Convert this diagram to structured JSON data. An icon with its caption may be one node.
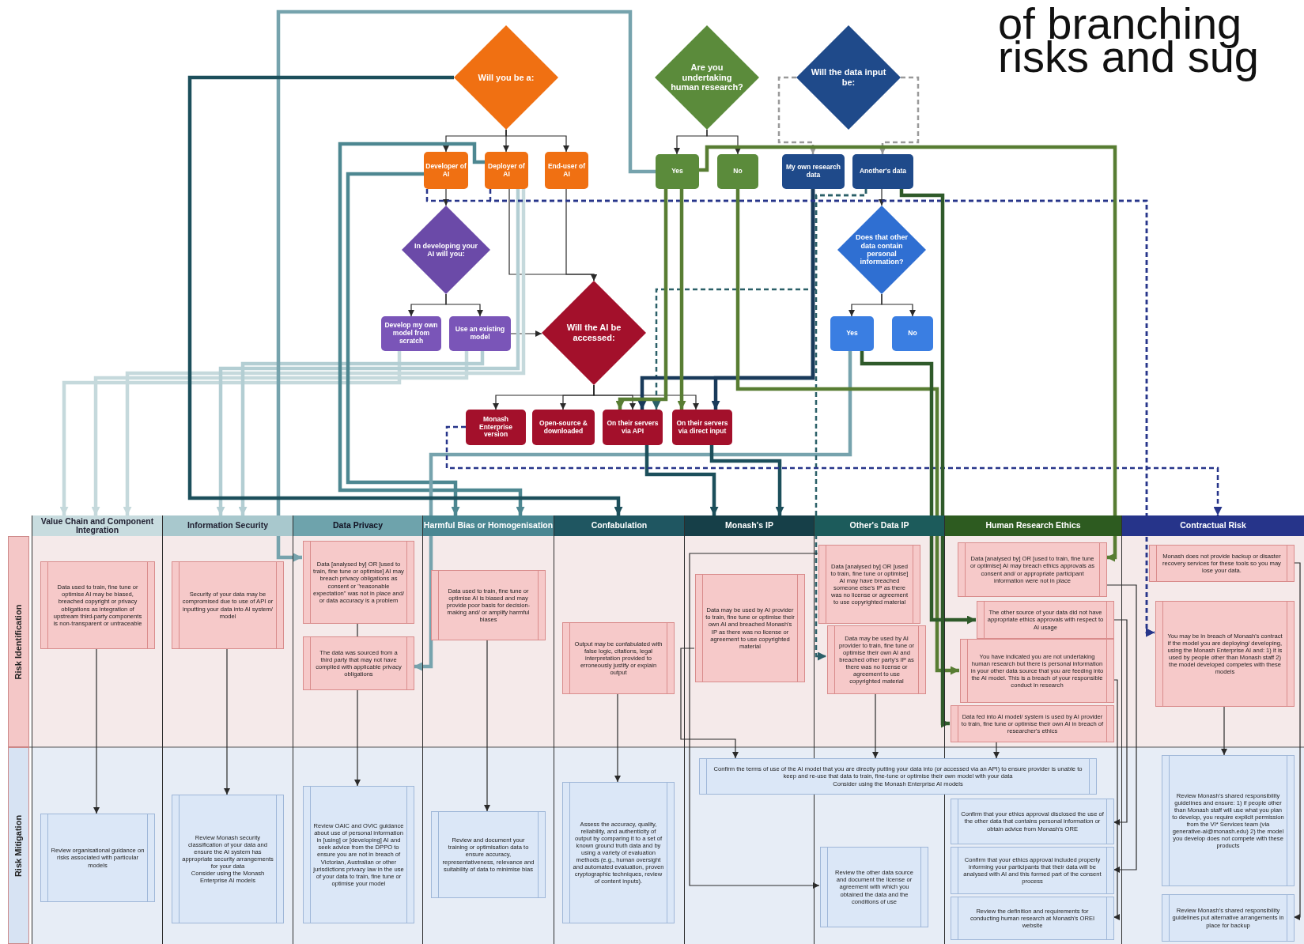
{
  "diagram": {
    "nodes": [
      {
        "text": [
          "Will you be a:"
        ]
      },
      {
        "text": [
          "Developer of AI"
        ]
      },
      {
        "text": [
          "Deployer of AI"
        ]
      },
      {
        "text": [
          "End-user of AI"
        ]
      },
      {
        "text": [
          "Are you undertaking human research?"
        ]
      },
      {
        "text": [
          "Yes"
        ]
      },
      {
        "text": [
          "No"
        ]
      },
      {
        "text": [
          "Will the data input be:"
        ]
      },
      {
        "text": [
          "My own research data"
        ]
      },
      {
        "text": [
          "Another's data"
        ]
      },
      {
        "text": [
          "In developing your AI will you:"
        ]
      },
      {
        "text": [
          "Does that other data contain personal information?"
        ]
      },
      {
        "text": [
          "Develop my own model from scratch"
        ]
      },
      {
        "text": [
          "Use an existing model"
        ]
      },
      {
        "text": [
          "Will the AI be accessed:"
        ]
      },
      {
        "text": [
          "Yes"
        ]
      },
      {
        "text": [
          "No"
        ]
      },
      {
        "text": [
          "Monash Enterprise version"
        ]
      },
      {
        "text": [
          "Open-source & downloaded"
        ]
      },
      {
        "text": [
          "On their servers via API"
        ]
      },
      {
        "text": [
          "On their servers via direct input"
        ]
      },
      {
        "text": [
          "Risk Identification"
        ]
      },
      {
        "text": [
          "Risk Mitigation"
        ]
      },
      {
        "text": [
          "Value Chain and Component Integration"
        ]
      },
      {
        "text": [
          "Information Security"
        ]
      },
      {
        "text": [
          "Data Privacy"
        ]
      },
      {
        "text": [
          "Harmful Bias or Homogenisation"
        ]
      },
      {
        "text": [
          "Confabulation"
        ]
      },
      {
        "text": [
          "Monash's IP"
        ]
      },
      {
        "text": [
          "Other's Data IP"
        ]
      },
      {
        "text": [
          "Human Research Ethics"
        ]
      },
      {
        "text": [
          "Contractual Risk"
        ]
      },
      {
        "text": [
          "Data used to train, fine tune or optimise AI may be biased, breached copyright or privacy obligations as integration of upstream third-party components is non-transparent or untraceable"
        ],
        "in": 23
      },
      {
        "text": [
          "Review organisational guidance on risks associated with particular models"
        ],
        "in": 23
      },
      {
        "text": [
          "Security of your data may be compromised due to use of API or inputting your data into AI system/ model"
        ],
        "in": 24
      },
      {
        "text": [
          "Review Monash security classification of your data and ensure the AI system has appropriate security arrangements for your data",
          "Consider using the Monash Enterprise AI models"
        ],
        "in": 24
      },
      {
        "text": [
          "Data [analysed by] OR [used to train, fine tune or optimise] AI may breach privacy obligations as consent or \"reasonable expectation\" was not in place and/ or data accuracy is a problem"
        ],
        "in": 25
      },
      {
        "text": [
          "The data was sourced from a third party that may not have complied with applicable privacy obligations"
        ],
        "in": 25
      },
      {
        "text": [
          "Review OAIC and OVIC guidance about use of personal information in [using] or [developing] AI and seek advice from the DPPO to ensure you are not in breach of Victorian, Australian or other jurisdictions privacy law in the use of your data to train, fine tune or optimise your model"
        ],
        "in": 25
      },
      {
        "text": [
          "Data used to train, fine tune or optimise AI is biased and may provide poor basis for decision-making and/ or amplify harmful biases"
        ],
        "in": 26
      },
      {
        "text": [
          "Review and document your training or optimisation data to ensure accuracy, representativeness, relevance and suitability of data to minimise bias"
        ],
        "in": 26
      },
      {
        "text": [
          "Output may be confabulated with false logic, citations, legal interpretation provided to erroneously justify or explain output"
        ],
        "in": 27
      },
      {
        "text": [
          "Assess the accuracy, quality, reliability, and authenticity of output by comparing it to a set of known ground truth data and by using a variety of evaluation methods (e.g., human oversight and automated evaluation, proven cryptographic techniques, review of content inputs)."
        ],
        "in": 27
      },
      {
        "text": [
          "Data may be used by AI provider to train, fine tune or optimise their own AI and breached Monash's IP as there was no license or agreement to use copyrighted material"
        ],
        "in": 28
      },
      {
        "text": [
          "Confirm the terms of use of the AI model that you are directly putting your data into (or accessed via an API) to ensure provider is unable to keep and re-use that data to train, fine-tune or optimise their own model with your data",
          "Consider using the Monash Enterprise AI models"
        ]
      },
      {
        "text": [
          "Data [analysed by] OR [used to train, fine tune or optimise] AI may have breached someone else's IP as there was no license or agreement to use copyrighted material"
        ],
        "in": 29
      },
      {
        "text": [
          "Data may be used by AI provider to train, fine tune or optimise their own AI and breached other party's IP as there was no license or agreement to use copyrighted material"
        ],
        "in": 29
      },
      {
        "text": [
          "Review the other data source and document the license or agreement with which you obtained the data and the conditions of use"
        ],
        "in": 29
      },
      {
        "text": [
          "Data [analysed by] OR [used to train, fine tune or optimise] AI may breach ethics approvals as consent and/ or appropriate participant information were not in place"
        ],
        "in": 30
      },
      {
        "text": [
          "The other source of your data did not have appropriate ethics approvals with respect to AI usage"
        ],
        "in": 30
      },
      {
        "text": [
          "You have indicated you are not undertaking human research but there is personal information in your other data source that you are feeding into the AI model. This is a breach of your responsible conduct in research"
        ],
        "in": 30
      },
      {
        "text": [
          "Data fed into AI model/ system is used by AI provider to train, fine tune or optimise their own AI in breach of researcher's ethics"
        ],
        "in": 30
      },
      {
        "text": [
          "Confirm that your ethics approval disclosed the use of the other data that contains personal information or obtain advice from Monash's ORE"
        ],
        "in": 30
      },
      {
        "text": [
          "Confirm that your ethics approval included properly informing your participants that their data will be analysed with AI and this formed part of the consent process"
        ],
        "in": 30
      },
      {
        "text": [
          "Review the definition and requirements for conducting human research at Monash's OREI website"
        ],
        "in": 30
      },
      {
        "text": [
          "Monash does not provide backup or disaster recovery services for these tools so you may lose your data."
        ],
        "in": 31
      },
      {
        "text": [
          "You may be in breach of Monash's contract if the model you are deploying/ developing, using the Monash Enterprise AI and: 1) it is used by people other than Monash staff 2) the model developed competes with these models"
        ],
        "in": 31
      },
      {
        "text": [
          "Review Monash's shared responsibility guidelines and ensure: 1) if people other than Monash staff will use what you plan to develop, you require explicit permission from the VI* Services team (via generative-ai@monash.edu) 2) the model you develop does not compete with these products"
        ],
        "in": 31
      },
      {
        "text": [
          "Review Monash's shared responsibility guidelines put alternative arrangements in place for backup"
        ],
        "in": 31
      }
    ],
    "edges": [
      {
        "from": 0,
        "to": 1,
        "arrow": "to"
      },
      {
        "from": 0,
        "to": 2,
        "arrow": "to"
      },
      {
        "from": 0,
        "to": 3,
        "arrow": "to"
      },
      {
        "from": 4,
        "to": 5,
        "arrow": "to"
      },
      {
        "from": 4,
        "to": 6,
        "arrow": "to"
      },
      {
        "from": 7,
        "to": 8,
        "arrow": "to",
        "style": "dashed",
        "color": "#9a9a9a"
      },
      {
        "from": 7,
        "to": 9,
        "arrow": "to",
        "style": "dashed",
        "color": "#9a9a9a"
      },
      {
        "from": 1,
        "to": 10,
        "arrow": "to"
      },
      {
        "from": 10,
        "to": 12,
        "arrow": "to"
      },
      {
        "from": 10,
        "to": 13,
        "arrow": "to"
      },
      {
        "from": 13,
        "to": 14,
        "arrow": "to"
      },
      {
        "from": 2,
        "to": 14,
        "arrow": "to"
      },
      {
        "from": 3,
        "to": 14,
        "arrow": "to"
      },
      {
        "from": 14,
        "to": 17,
        "arrow": "to"
      },
      {
        "from": 14,
        "to": 18,
        "arrow": "to"
      },
      {
        "from": 14,
        "to": 19,
        "arrow": "to"
      },
      {
        "from": 14,
        "to": 20,
        "arrow": "to"
      },
      {
        "from": 9,
        "to": 11,
        "arrow": "to"
      },
      {
        "from": 11,
        "to": 15,
        "arrow": "to"
      },
      {
        "from": 11,
        "to": 16,
        "arrow": "to"
      },
      {
        "from": 12,
        "to": 23,
        "arrow": "to",
        "style": "thick",
        "color": "#c5d9dc"
      },
      {
        "from": 13,
        "to": 23,
        "arrow": "to",
        "style": "thick",
        "color": "#c5d9dc"
      },
      {
        "from": 2,
        "to": 23,
        "arrow": "to",
        "style": "thick",
        "color": "#c5d9dc"
      },
      {
        "from": 2,
        "to": 24,
        "arrow": "to",
        "style": "thick",
        "color": "#b3ced3"
      },
      {
        "from": 13,
        "to": 24,
        "arrow": "to",
        "style": "thick",
        "color": "#b3ced3"
      },
      {
        "from": 5,
        "to": 36,
        "arrow": "to",
        "style": "thick",
        "color": "#76a3ad"
      },
      {
        "from": 1,
        "to": 26,
        "arrow": "to",
        "style": "thick",
        "color": "#4d8791"
      },
      {
        "from": 2,
        "to": 26,
        "arrow": "to",
        "style": "thick",
        "color": "#4d8791"
      },
      {
        "from": 15,
        "to": 37,
        "arrow": "to",
        "style": "thick",
        "color": "#76a3ad"
      },
      {
        "from": 0,
        "to": 27,
        "arrow": "to",
        "style": "thick",
        "color": "#1c4f5b"
      },
      {
        "from": 19,
        "to": 28,
        "arrow": "to",
        "style": "thick",
        "color": "#1c4f5b"
      },
      {
        "from": 20,
        "to": 28,
        "arrow": "to",
        "style": "thick",
        "color": "#1c4f5b"
      },
      {
        "from": 9,
        "to": 19,
        "arrow": "to",
        "style": "dashed",
        "color": "#2b5f68"
      },
      {
        "from": 9,
        "to": 46,
        "arrow": "to",
        "style": "dashed",
        "color": "#2b5f68"
      },
      {
        "from": 8,
        "to": 19,
        "arrow": "to",
        "style": "thick",
        "color": "#193a5a"
      },
      {
        "from": 8,
        "to": 20,
        "arrow": "to",
        "style": "thick",
        "color": "#193a5a"
      },
      {
        "from": 1,
        "to": 56,
        "arrow": "to",
        "style": "dashed",
        "color": "#27358a"
      },
      {
        "from": 2,
        "to": 56,
        "arrow": "to",
        "style": "dashed",
        "color": "#27358a"
      },
      {
        "from": 17,
        "to": 31,
        "arrow": "to",
        "style": "dashed",
        "color": "#27358a"
      },
      {
        "from": 5,
        "to": 19,
        "arrow": "to",
        "style": "thick",
        "color": "#587d33"
      },
      {
        "from": 5,
        "to": 20,
        "arrow": "to",
        "style": "thick",
        "color": "#587d33"
      },
      {
        "from": 6,
        "to": 50,
        "arrow": "to",
        "style": "thick",
        "color": "#587d33"
      },
      {
        "from": 5,
        "to": 48,
        "arrow": "to",
        "style": "thick",
        "color": "#587d33"
      },
      {
        "from": 9,
        "to": 51,
        "arrow": "to",
        "style": "thick",
        "color": "#2f5a2a"
      },
      {
        "from": 15,
        "to": 49,
        "arrow": "to",
        "style": "thick",
        "color": "#2f5a2a"
      },
      {
        "from": 32,
        "to": 33,
        "arrow": "to"
      },
      {
        "from": 34,
        "to": 35,
        "arrow": "to"
      },
      {
        "from": 36,
        "to": 37,
        "arrow": "none"
      },
      {
        "from": 37,
        "to": 38,
        "arrow": "to"
      },
      {
        "from": 39,
        "to": 40,
        "arrow": "to"
      },
      {
        "from": 41,
        "to": 42,
        "arrow": "to"
      },
      {
        "from": 43,
        "to": 44,
        "arrow": "to"
      },
      {
        "from": 46,
        "to": 44,
        "arrow": "to"
      },
      {
        "from": 45,
        "to": 47,
        "arrow": "to"
      },
      {
        "from": 51,
        "to": 44,
        "arrow": "to"
      },
      {
        "from": 49,
        "to": 52,
        "arrow": "to"
      },
      {
        "from": 48,
        "to": 53,
        "arrow": "to"
      },
      {
        "from": 50,
        "to": 54,
        "arrow": "to"
      },
      {
        "from": 56,
        "to": 57,
        "arrow": "to"
      },
      {
        "from": 55,
        "to": 58,
        "arrow": "to"
      }
    ],
    "labels": [
      "of branching",
      "risks and sug"
    ]
  }
}
